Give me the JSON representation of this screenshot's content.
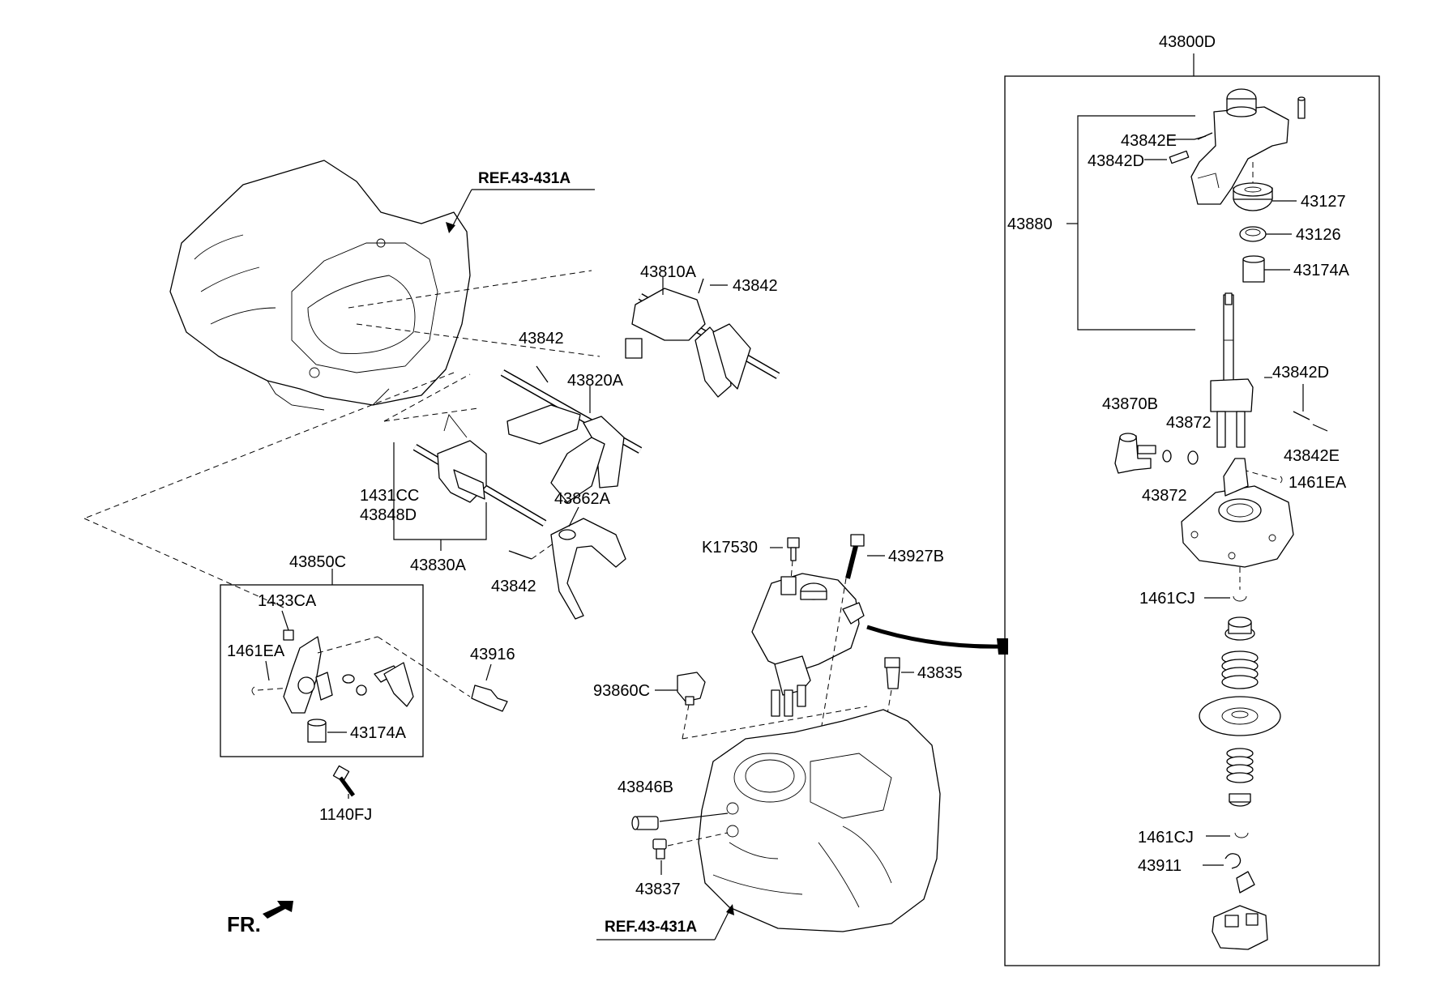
{
  "labels": {
    "l43800D": "43800D",
    "l43842E_top": "43842E",
    "l43842D_top": "43842D",
    "l43127": "43127",
    "l43880": "43880",
    "l43126": "43126",
    "l43174A_top": "43174A",
    "l43842D_mid": "43842D",
    "l43870B": "43870B",
    "l43872_a": "43872",
    "l43842E_mid": "43842E",
    "l1461EA_right": "1461EA",
    "l43872_b": "43872",
    "l1461CJ_a": "1461CJ",
    "l1461CJ_b": "1461CJ",
    "l43911": "43911",
    "l43810A": "43810A",
    "l43842_a": "43842",
    "l43842_b": "43842",
    "l43820A": "43820A",
    "l1431CC": "1431CC",
    "l43848D": "43848D",
    "l43862A": "43862A",
    "l43830A": "43830A",
    "l43842_c": "43842",
    "l43850C": "43850C",
    "l1433CA": "1433CA",
    "l1461EA_left": "1461EA",
    "l43916": "43916",
    "l43174A_left": "43174A",
    "l1140FJ": "1140FJ",
    "lK17530": "K17530",
    "l43927B": "43927B",
    "l93860C": "93860C",
    "l43835": "43835",
    "l43846B": "43846B",
    "l43837": "43837",
    "ref_top": "REF.43-431A",
    "ref_bottom": "REF.43-431A",
    "fr": "FR."
  }
}
